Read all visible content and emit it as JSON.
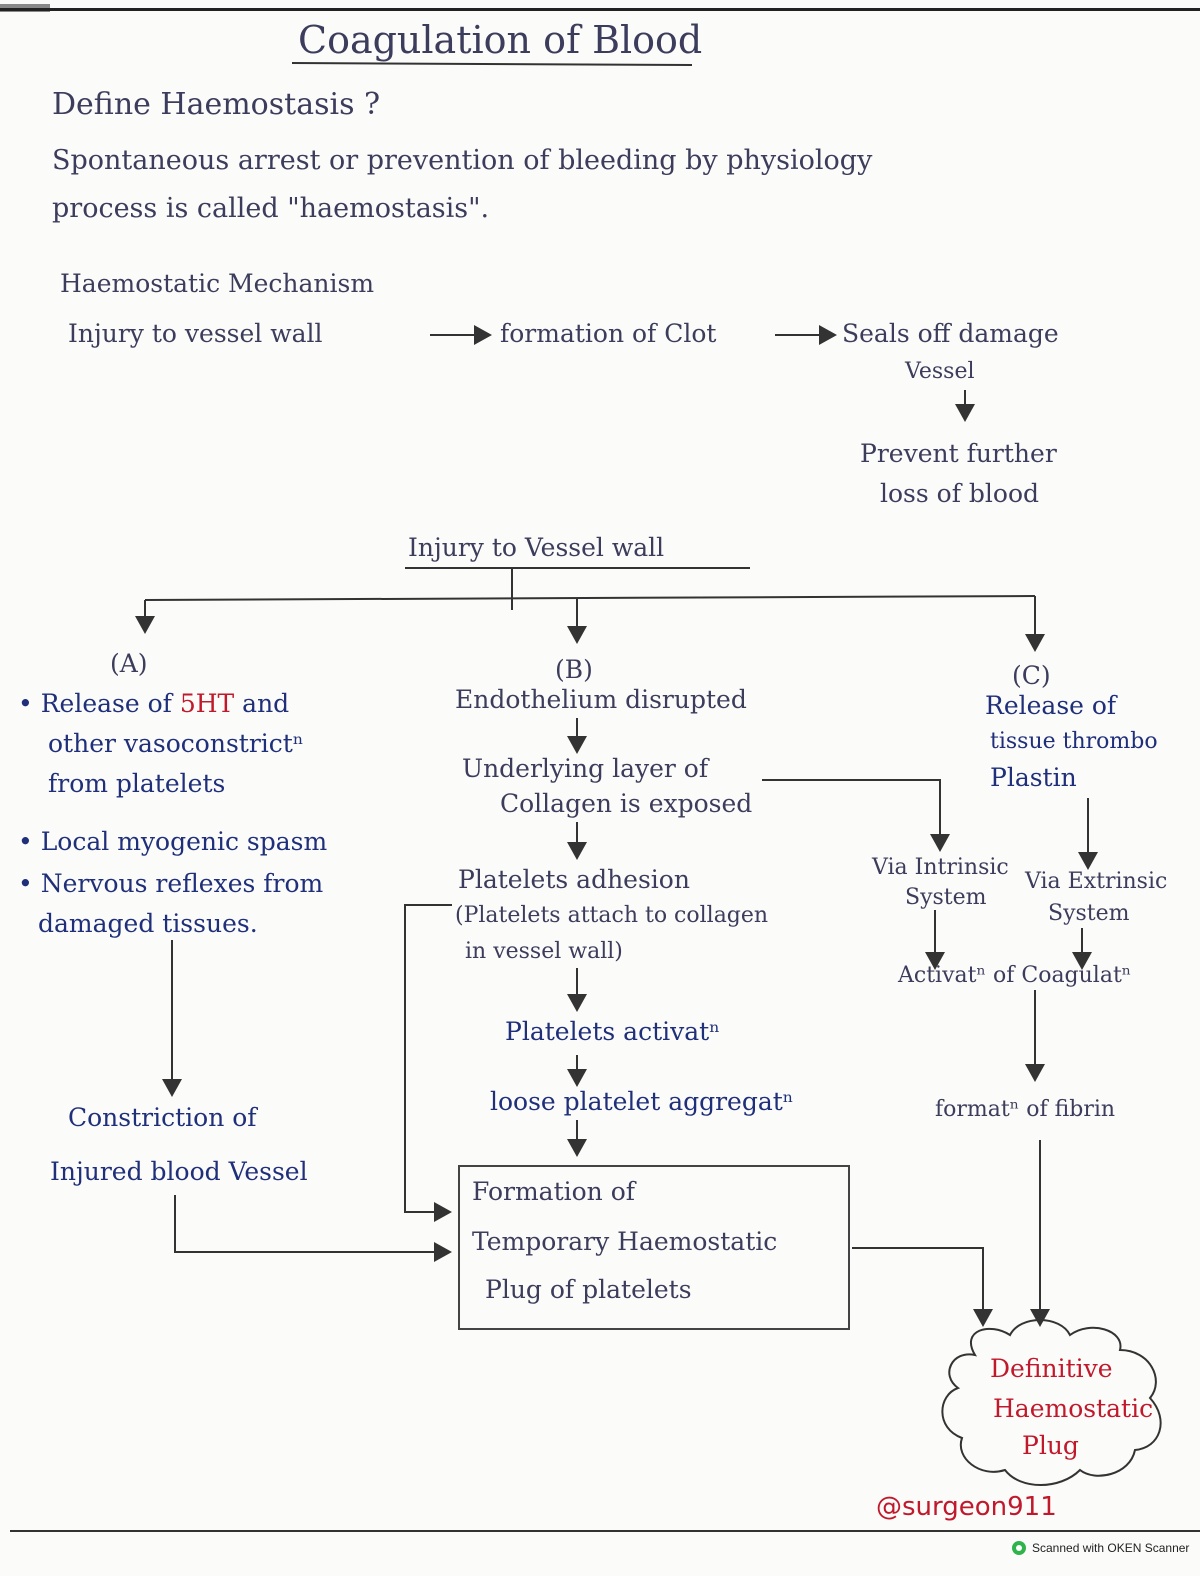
{
  "title": "Coagulation of Blood",
  "question": "Define Haemostasis ?",
  "definition": {
    "line1": "Spontaneous arrest or prevention of bleeding by physiology",
    "line2": "process is called \"haemostasis\"."
  },
  "mechanism": {
    "heading": "Haemostatic Mechanism",
    "step1": "Injury to vessel wall",
    "step2": "formation of Clot",
    "step3_line1": "Seals off damage",
    "step3_line2": "Vessel",
    "step4_line1": "Prevent further",
    "step4_line2": "loss of blood"
  },
  "flow": {
    "root": "Injury to Vessel wall",
    "branch_a": {
      "label": "(A)",
      "bullet1_pre": "Release of ",
      "bullet1_red": "5HT",
      "bullet1_post": " and",
      "bullet1_line2": "other vasoconstrictⁿ",
      "bullet1_line3": "from platelets",
      "bullet2": "Local myogenic spasm",
      "bullet3_line1": "Nervous reflexes from",
      "bullet3_line2": "damaged tissues.",
      "result_line1": "Constriction of",
      "result_line2": "Injured blood Vessel"
    },
    "branch_b": {
      "label": "(B)",
      "step1": "Endothelium disrupted",
      "step2_line1": "Underlying layer of",
      "step2_line2": "Collagen is exposed",
      "step3_line1": "Platelets adhesion",
      "step3_line2": "(Platelets attach to collagen",
      "step3_line3": "in vessel wall)",
      "step4": "Platelets activatⁿ",
      "step5": "loose platelet aggregatⁿ"
    },
    "branch_c": {
      "label": "(C)",
      "step1_line1": "Release of",
      "step1_line2": "tissue thrombo",
      "step1_line3": "Plastin",
      "intrinsic_line1": "Via Intrinsic",
      "intrinsic_line2": "System",
      "extrinsic_line1": "Via Extrinsic",
      "extrinsic_line2": "System",
      "activation": "Activatⁿ of Coagulatⁿ",
      "fibrin": "formatⁿ of fibrin"
    },
    "temporary_plug": {
      "line1": "Formation of",
      "line2": "Temporary Haemostatic",
      "line3": "Plug of platelets"
    },
    "definitive_plug": {
      "line1": "Definitive",
      "line2": "Haemostatic",
      "line3": "Plug"
    }
  },
  "watermark": "@surgeon911",
  "scanner": "Scanned with OKEN Scanner",
  "colors": {
    "ink_blue": "#1f2f7a",
    "pencil": "#3c3c5c",
    "red": "#c0192c",
    "scanner_green": "#2fb34a"
  }
}
